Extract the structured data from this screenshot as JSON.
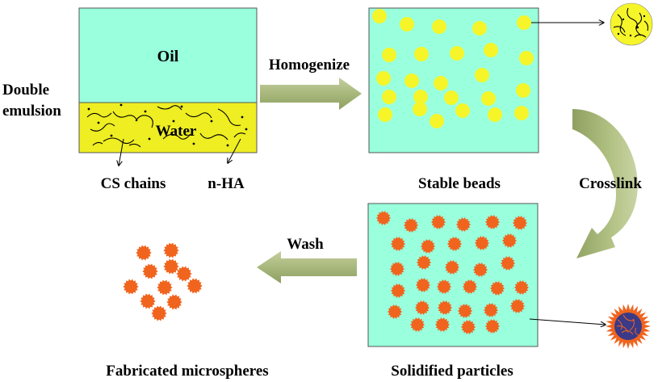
{
  "labels": {
    "oil": "Oil",
    "water": "Water",
    "double_emulsion_line1": "Double",
    "double_emulsion_line2": "emulsion",
    "cs_chains": "CS chains",
    "n_ha": "n-HA",
    "homogenize": "Homogenize",
    "stable_beads": "Stable beads",
    "crosslink": "Crosslink",
    "solidified_particles": "Solidified particles",
    "wash": "Wash",
    "fabricated_microspheres": "Fabricated microspheres"
  },
  "colors": {
    "oil_phase": "#99ffdd",
    "water_phase": "#eeee22",
    "bead": "#f5f52a",
    "particle": "#f0641e",
    "process_arrow": "#a8b87c",
    "text": "#000000"
  },
  "counts": {
    "stable_beads": 25,
    "solidified_particles": 32,
    "fabricated_microspheres": 11
  }
}
